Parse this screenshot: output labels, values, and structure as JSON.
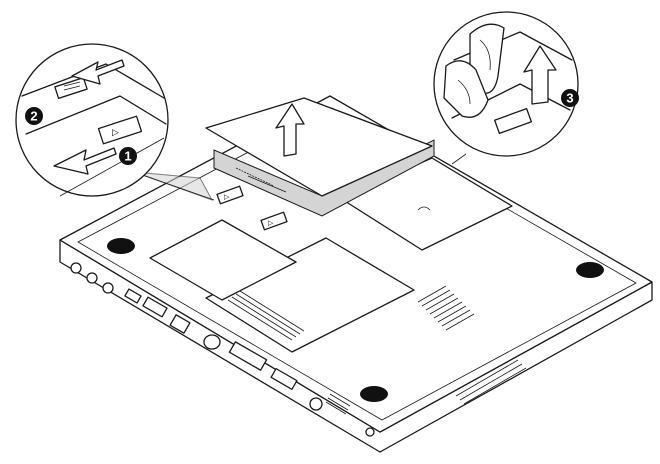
{
  "figure": {
    "subject": "laptop-underside-battery-removal",
    "palette": {
      "ink": "#1a1a1a",
      "paper": "#ffffff",
      "shade": "#d4d4d4",
      "badge": "#111111"
    }
  },
  "steps": [
    {
      "number": "1",
      "icon": "release-latch-slide-arrow-icon"
    },
    {
      "number": "2",
      "icon": "lock-latch-slide-arrow-icon"
    },
    {
      "number": "3",
      "icon": "battery-lift-up-arrow-icon"
    }
  ],
  "callouts": [
    {
      "name": "latch-detail-magnifier",
      "shows": [
        "2",
        "1"
      ]
    },
    {
      "name": "lift-detail-magnifier",
      "shows": [
        "3"
      ]
    }
  ]
}
